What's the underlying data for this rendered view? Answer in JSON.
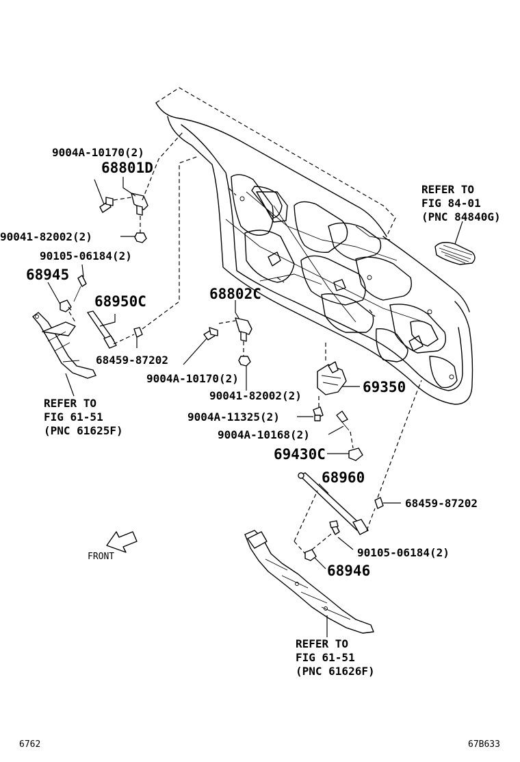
{
  "labels": {
    "p9004a_10170_top": "9004A-10170(2)",
    "p68801d": "68801D",
    "p90041_82002_top": "90041-82002(2)",
    "p90105_06184_top": "90105-06184(2)",
    "p68945": "68945",
    "p68950c": "68950C",
    "p68459_87202_left": "68459-87202",
    "refer_left_1": "REFER TO",
    "refer_left_2": "FIG 61-51",
    "refer_left_3": "(PNC 61625F)",
    "p68802c": "68802C",
    "p9004a_10170_mid": "9004A-10170(2)",
    "p90041_82002_mid": "90041-82002(2)",
    "p69350": "69350",
    "p9004a_11325": "9004A-11325(2)",
    "p9004a_10168": "9004A-10168(2)",
    "p69430c": "69430C",
    "p68960": "68960",
    "p68459_87202_right": "68459-87202",
    "p90105_06184_bottom": "90105-06184(2)",
    "p68946": "68946",
    "refer_bottom_1": "REFER TO",
    "refer_bottom_2": "FIG 61-51",
    "refer_bottom_3": "(PNC 61626F)",
    "refer_top_1": "REFER TO",
    "refer_top_2": "FIG 84-01",
    "refer_top_3": "(PNC 84840G)",
    "front": "FRONT",
    "footer_left": "6762",
    "footer_right": "67B633"
  },
  "icons": {
    "front_arrow": "front-arrow-icon"
  }
}
